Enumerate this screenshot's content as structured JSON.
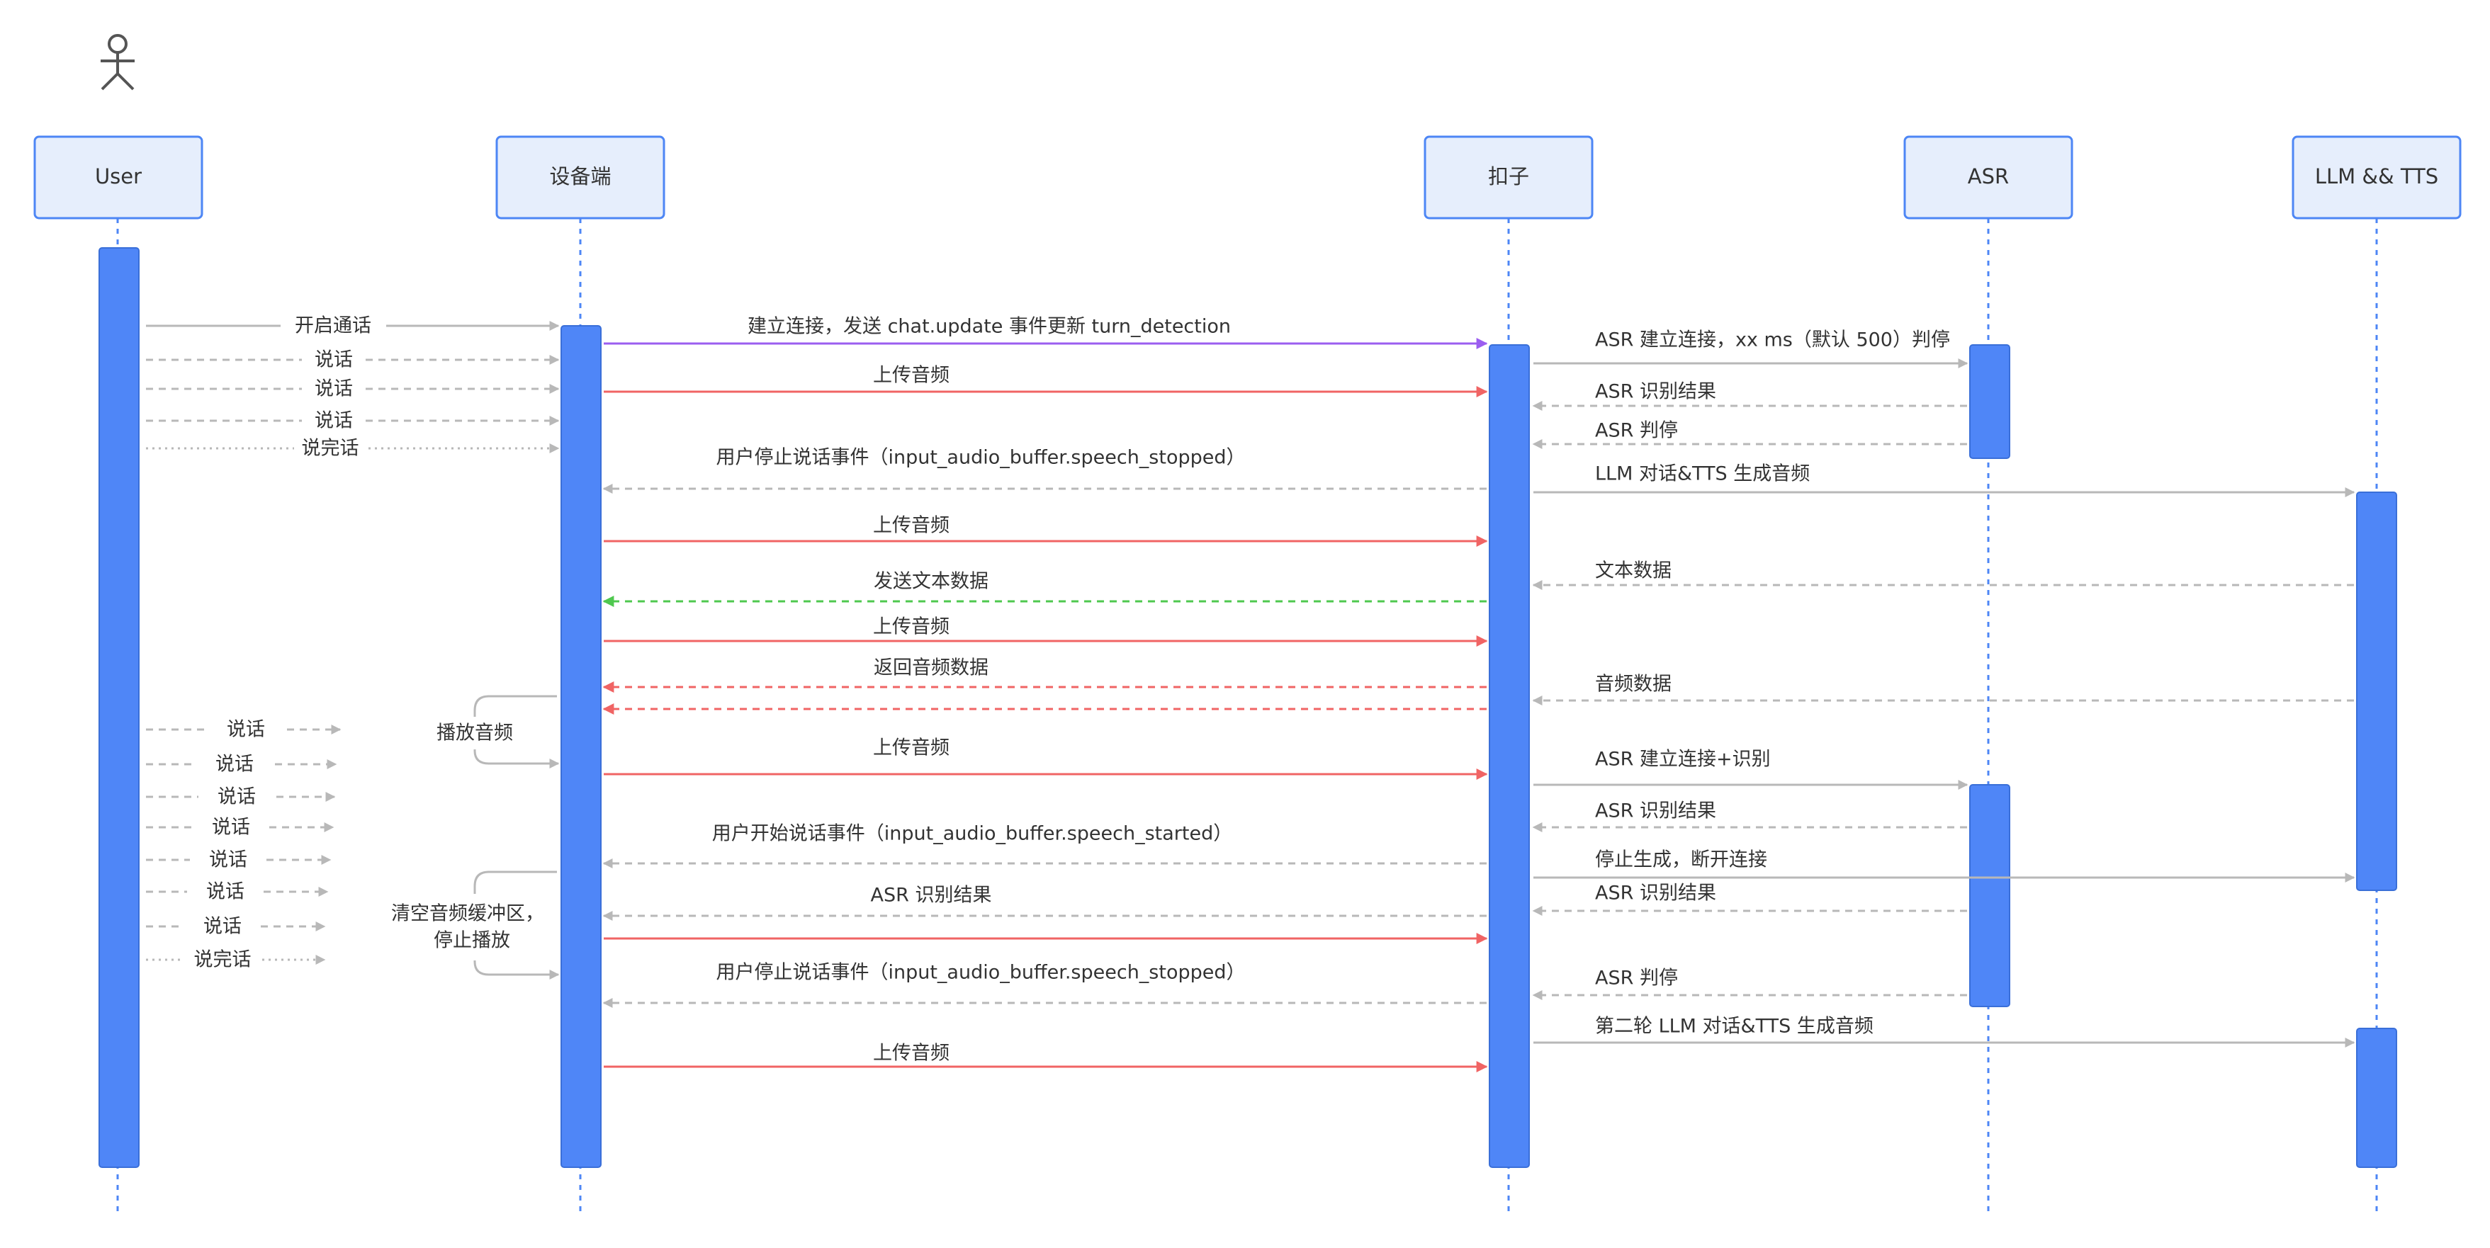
{
  "colors": {
    "grey": "#b8b8b8",
    "purple": "#9b5ef0",
    "red": "#f06464",
    "green": "#4fc84f",
    "lifeline": "#4d86f5",
    "activation": "#4f86f7",
    "participant_fill": "#e6eefc"
  },
  "actor_icon": "stick-figure-icon",
  "participants": {
    "user": "User",
    "device": "设备端",
    "kouzi": "扣子",
    "asr": "ASR",
    "llm": "LLM && TTS"
  },
  "messages": {
    "m1": "开启通话",
    "m2": "说话",
    "m3": "说话",
    "m4": "说话",
    "m5": "说完话",
    "m6": "建立连接，发送 chat.update 事件更新 turn_detection",
    "m7": "上传音频",
    "m8": "用户停止说话事件（input_audio_buffer.speech_stopped）",
    "m9": "上传音频",
    "m10": "发送文本数据",
    "m11": "上传音频",
    "m12": "返回音频数据",
    "m13": "上传音频",
    "m14": "用户开始说话事件（input_audio_buffer.speech_started）",
    "m15": "ASR 识别结果",
    "m16": "用户停止说话事件（input_audio_buffer.speech_stopped）",
    "m17": "上传音频",
    "a1": "ASR 建立连接，xx ms（默认 500）判停",
    "a2": "ASR 识别结果",
    "a3": "ASR 判停",
    "a4": "LLM 对话&TTS 生成音频",
    "a5": "文本数据",
    "a6": "音频数据",
    "a7": "ASR 建立连接+识别",
    "a8": "ASR 识别结果",
    "a9": "停止生成，断开连接",
    "a10": "ASR 识别结果",
    "a11": "ASR 判停",
    "a12": "第二轮 LLM 对话&TTS 生成音频",
    "u1": "说话",
    "u2": "说话",
    "u3": "说话",
    "u4": "说话",
    "u5": "说话",
    "u6": "说话",
    "u7": "说话",
    "u8": "说完话"
  },
  "self_notes": {
    "play": "播放音频",
    "clear_line1": "清空音频缓冲区，",
    "clear_line2": "停止播放"
  }
}
